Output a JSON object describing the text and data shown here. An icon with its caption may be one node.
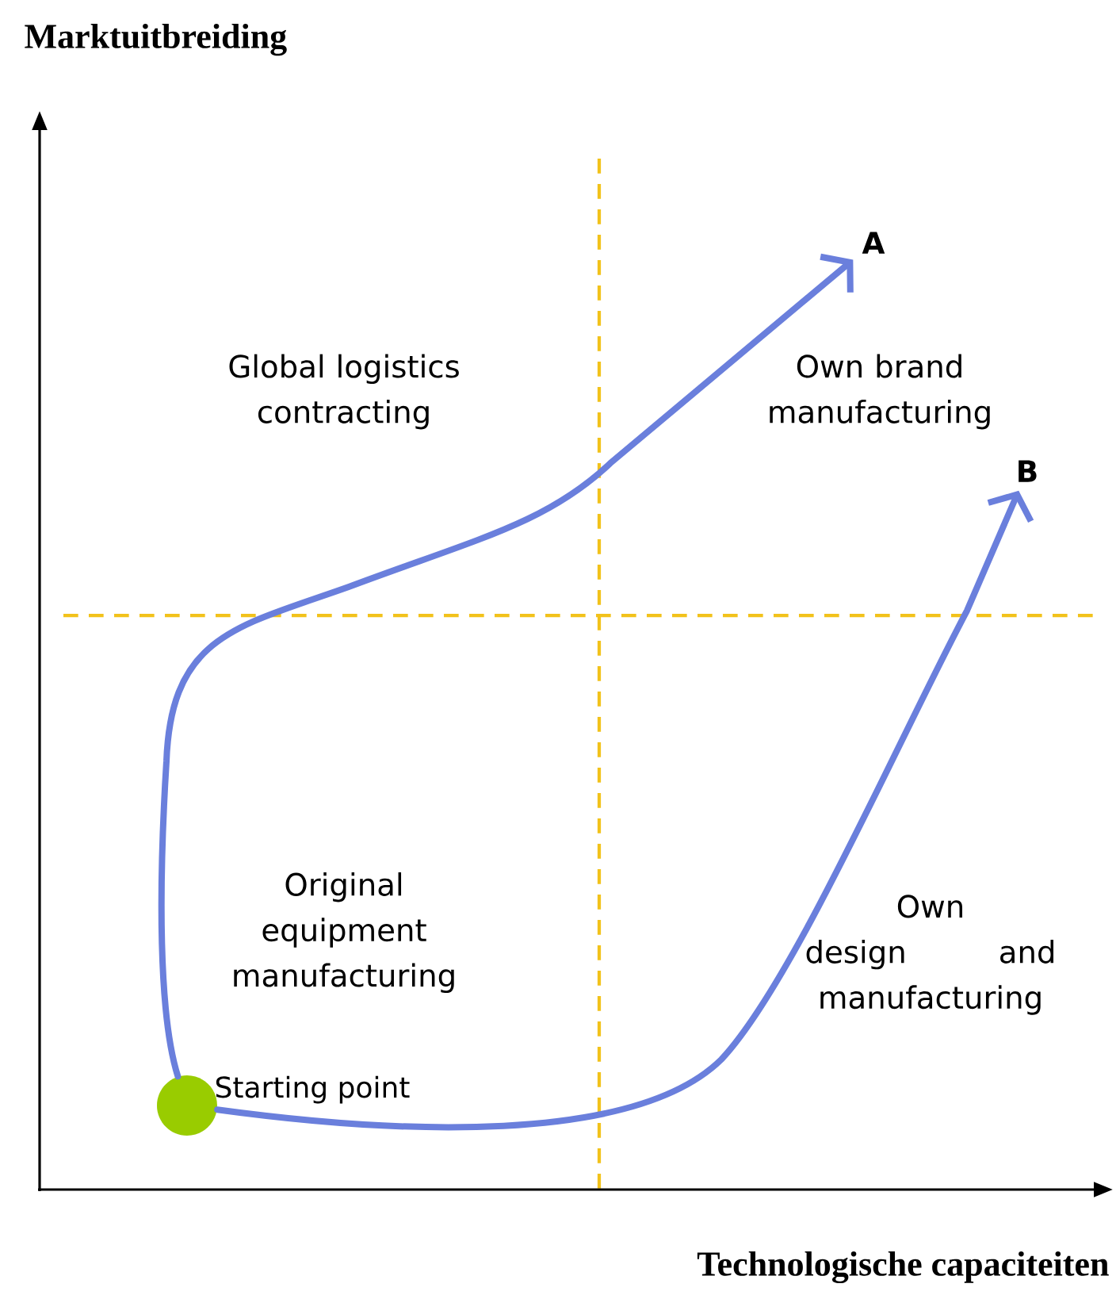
{
  "diagram": {
    "nodes": [
      {
        "text": [],
        "shape": "circle",
        "beside": [
          "Starting point"
        ]
      },
      {
        "text": [
          "A"
        ]
      },
      {
        "text": [
          "B"
        ]
      }
    ],
    "edges": [
      {
        "from": 0,
        "to": 1,
        "arrow": "to"
      },
      {
        "from": 0,
        "to": 2,
        "arrow": "to"
      }
    ],
    "labels": [
      "Marktuitbreiding",
      "Global logistics contracting",
      "Own brand manufacturing",
      "Original equipment manufacturing",
      "Own design and manufacturing",
      "Technologische capaciteiten"
    ]
  }
}
